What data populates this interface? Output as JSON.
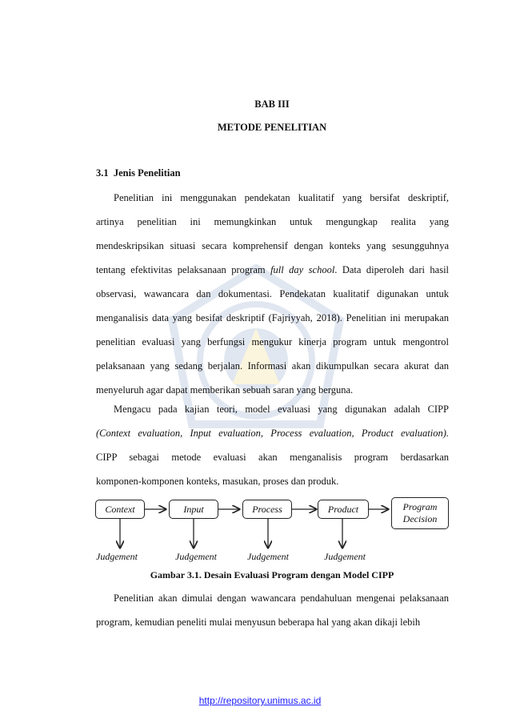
{
  "heading": {
    "chapter": "BAB III",
    "title": "METODE PENELITIAN"
  },
  "section": {
    "number": "3.1",
    "title": "Jenis Penelitian"
  },
  "paragraph1": [
    "Penelitian ini menggunakan pendekatan kualitatif yang bersifat deskriptif,",
    "artinya penelitian ini memungkinkan untuk mengungkap realita yang",
    "mendeskripsikan situasi secara komprehensif dengan konteks yang sesungguhnya",
    "tentang efektivitas pelaksanaan program",
    "full day school",
    ". Data diperoleh dari hasil",
    "observasi, wawancara dan dokumentasi. Pendekatan kualitatif digunakan untuk",
    "menganalisis data yang besifat deskriptif (Fajriyyah, 2018). Penelitian ini merupakan",
    "penelitian evaluasi yang berfungsi mengukur kinerja program untuk mengontrol",
    "pelaksanaan yang sedang berjalan. Informasi akan dikumpulkan secara akurat dan",
    "menyeluruh agar dapat memberikan sebuah saran yang berguna."
  ],
  "paragraph2": [
    "Mengacu pada kajian teori, model evaluasi yang digunakan adalah CIPP",
    "(Context evaluation, Input evaluation, Process evaluation, Product evaluation).",
    "CIPP sebagai metode evaluasi akan menganalisis program berdasarkan",
    "komponen-komponen konteks, masukan, proses dan produk."
  ],
  "diagram": {
    "boxes": [
      "Context",
      "Input",
      "Process",
      "Product",
      "Program",
      "Decision"
    ],
    "judgement": "Judgement"
  },
  "caption": "Gambar 3.1. Desain Evaluasi Program dengan Model CIPP",
  "paragraph3": [
    "Penelitian akan dimulai dengan wawancara pendahuluan mengenai pelaksanaan",
    "program, kemudian peneliti mulai menyusun beberapa hal yang akan dikaji lebih"
  ],
  "footer": {
    "link": "http://repository.unimus.ac.id"
  }
}
